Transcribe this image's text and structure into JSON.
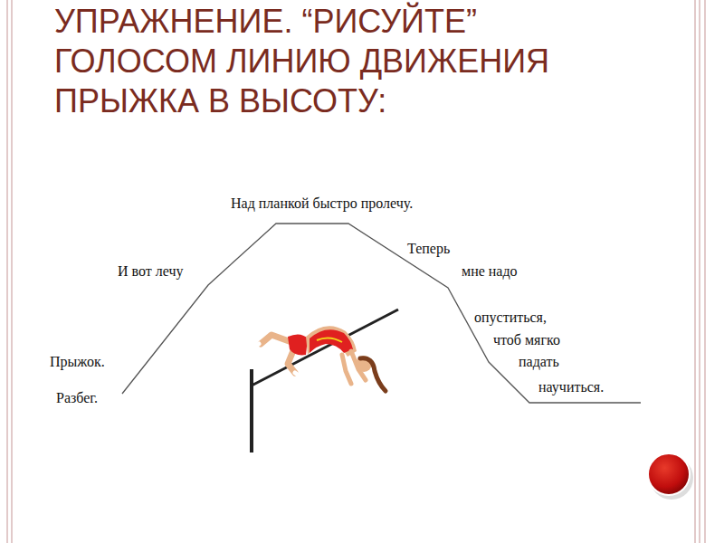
{
  "diagram": {
    "title": "УПРАЖНЕНИЕ. “РИСУЙТЕ” ГОЛОСОМ ЛИНИЮ ДВИЖЕНИЯ ПРЫЖКА В ВЫСОТУ:",
    "labels": [
      "Над планкой быстро пролечу.",
      "И вот лечу",
      "Теперь",
      "мне надо",
      "Прыжок.",
      "опуститься,",
      "чтоб мягко",
      "падать",
      "Разбег.",
      "научиться."
    ]
  }
}
